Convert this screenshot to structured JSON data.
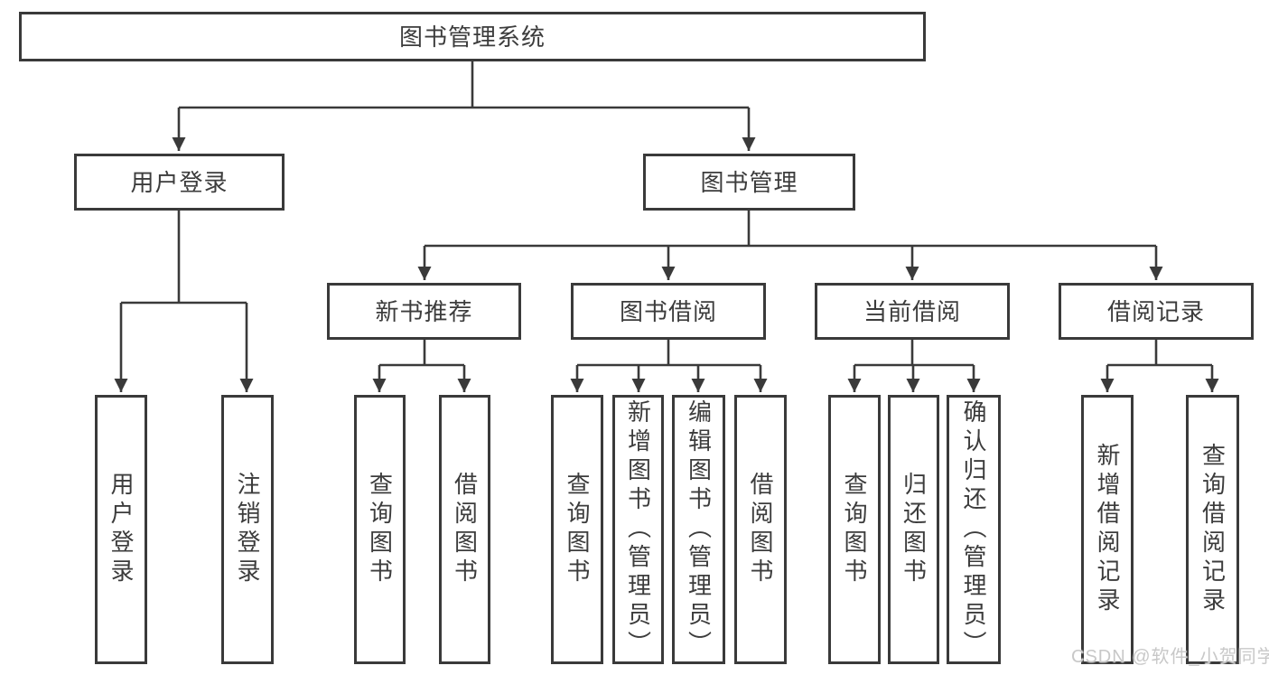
{
  "diagram": {
    "title": "图书管理系统",
    "watermark": "CSDN @软件_小贺同学",
    "colors": {
      "line": "#3a3a3a",
      "text": "#3c3c3c",
      "watermark": "#c8c8c8",
      "background": "#ffffff"
    },
    "nodes": {
      "root": {
        "label": "图书管理系统"
      },
      "login": {
        "label": "用户登录"
      },
      "management": {
        "label": "图书管理"
      },
      "new_book": {
        "label": "新书推荐"
      },
      "borrowing": {
        "label": "图书借阅"
      },
      "current": {
        "label": "当前借阅"
      },
      "records": {
        "label": "借阅记录"
      },
      "leaf_login": {
        "label": "用户登录"
      },
      "leaf_logout": {
        "label": "注销登录"
      },
      "leaf_nb_query": {
        "label": "查询图书"
      },
      "leaf_nb_borrow": {
        "label": "借阅图书"
      },
      "leaf_bw_query": {
        "label": "查询图书"
      },
      "leaf_bw_add": {
        "label": "新增图书（管理员）"
      },
      "leaf_bw_edit": {
        "label": "编辑图书（管理员）"
      },
      "leaf_bw_borrow": {
        "label": "借阅图书"
      },
      "leaf_cur_query": {
        "label": "查询图书"
      },
      "leaf_cur_return": {
        "label": "归还图书"
      },
      "leaf_cur_confirm": {
        "label": "确认归还（管理员）"
      },
      "leaf_rec_add": {
        "label": "新增借阅记录"
      },
      "leaf_rec_query": {
        "label": "查询借阅记录"
      }
    }
  }
}
